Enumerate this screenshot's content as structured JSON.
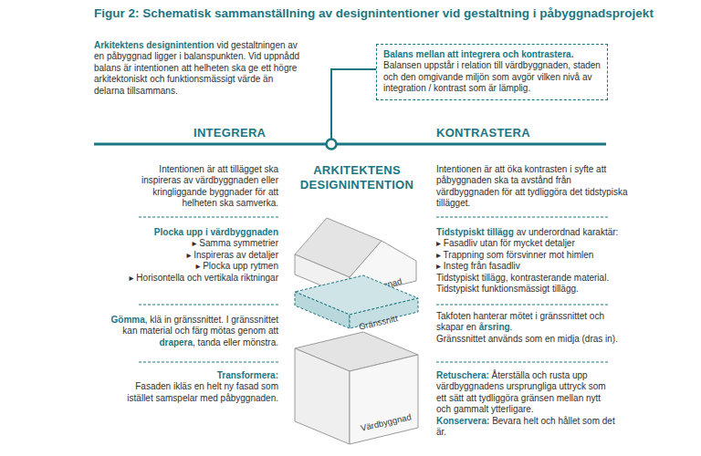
{
  "diagram": {
    "title": "Figur 2: Schematisk sammanställning av designintentioner vid gestaltning i påbyggnadsprojekt",
    "nodes": [
      {
        "text": [
          "Balans mellan att integrera och kontrastera.",
          "Balansen uppstår i relation till värdbyggnaden, staden och den omgivande miljön som avgör vilken nivå av integration / kontrast som är lämplig."
        ]
      },
      {
        "text": [
          "Påbyggnad"
        ]
      },
      {
        "text": [
          "Gränssnitt"
        ]
      },
      {
        "text": [
          "Värdbyggnad"
        ]
      }
    ],
    "labels": [
      "Arkitektens designintention",
      "vid gestaltningen av en påbyggnad ligger i balanspunkten. Vid uppnådd balans är intentionen att helheten ska ge ett högre arkitektoniskt och funktionsmässigt värde än delarna tillsammans.",
      "INTEGRERA",
      "KONTRASTERA",
      "ARKITEKTENS DESIGNINTENTION",
      "Intentionen är att tillägget ska inspireras av värdbyggnaden eller kringliggande byggnader för att helheten ska samverka.",
      "Plocka upp i värdbyggnaden",
      "▸ Samma symmetrier",
      "▸ Inspireras av detaljer",
      "▸ Plocka upp rytmen",
      "▸ Horisontella och vertikala riktningar",
      "Gömma",
      ", klä in gränssnittet. I gränssnittet kan material och färg mötas genom att",
      "drapera",
      ", tanda eller mönstra.",
      "Transformera:",
      "Fasaden ikläs en helt ny fasad som istället samspelar med påbyggnaden.",
      "Intentionen är att öka kontrasten i syfte att påbyggnaden ska ta avstånd från värdbyggnaden för att tydliggöra det tidstypiska tillägget.",
      "Tidstypiskt tillägg",
      "av underordnad karaktär:",
      "▸ Fasadliv utan för mycket detaljer",
      "▸ Trappning som försvinner mot himlen",
      "▸ Insteg från fasadliv",
      "Tidstypiskt tillägg, kontrasterande material.",
      "Tidstypiskt funktionsmässigt tillägg.",
      "Takfoten hanterar mötet i gränssnittet och skapar en",
      "årsring",
      ".",
      "Gränssnittet används som en midja (dras in).",
      "Retuschera:",
      "Återställa och rusta upp värdbyggnadens ursprungliga uttryck som ett sätt att tydliggöra gränsen mellan nytt och gammalt ytterligare.",
      "Konservera:",
      "Bevara helt och hållet som det är."
    ]
  }
}
